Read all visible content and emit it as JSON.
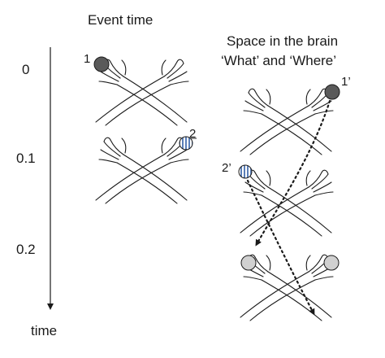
{
  "left_column": {
    "title": "Event time"
  },
  "right_column": {
    "title_line1": "Space in the brain",
    "title_line2": "‘What’ and ‘Where’"
  },
  "time_axis": {
    "ticks": [
      "0",
      "0.1",
      "0.2"
    ],
    "label": "time"
  },
  "stimulus_labels": {
    "first": "1",
    "second": "2",
    "first_brain": "1’",
    "second_brain": "2’"
  },
  "colors": {
    "stimulus1": "#5a5a5a",
    "stimulus2_stripe": "#5b7fb8",
    "merged": "#d0d0d0",
    "line": "#1a1a1a"
  }
}
